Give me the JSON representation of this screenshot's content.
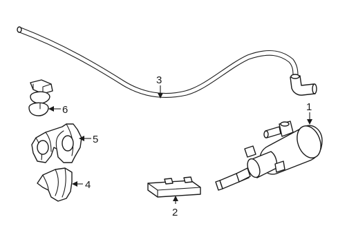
{
  "diagram": {
    "callouts": {
      "c1": "1",
      "c2": "2",
      "c3": "3",
      "c4": "4",
      "c5": "5",
      "c6": "6"
    },
    "colors": {
      "line": "#1a1a1a",
      "fill": "#ffffff",
      "background": "#ffffff"
    }
  }
}
